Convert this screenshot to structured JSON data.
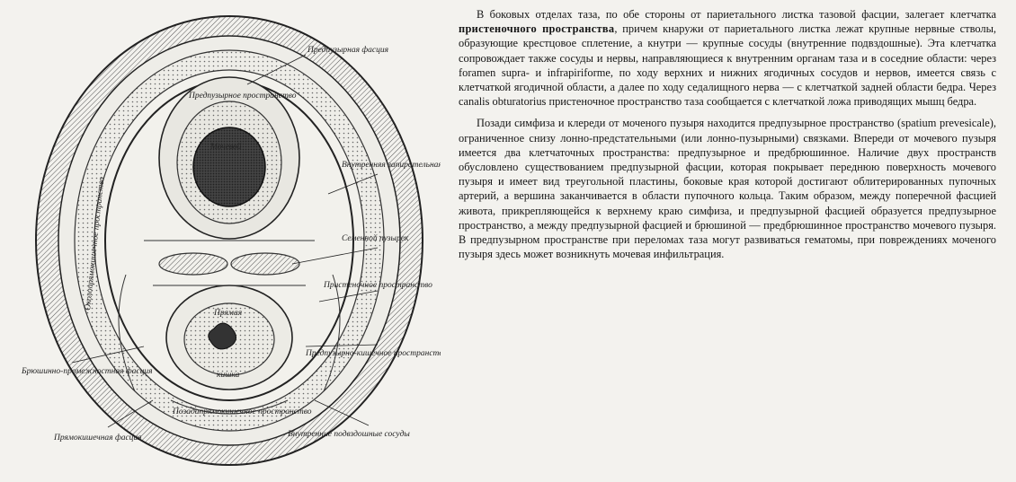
{
  "figure": {
    "labels": {
      "predpuz_fascia": "Предпузырная фасция",
      "predpuz_prostr": "Предпузырное пространство",
      "mochevoi": "Мочевой",
      "vnutr_zapir": "Внутренняя запирательная мышца",
      "semennoi": "Семенной пузырек",
      "prostrr_pristen": "Пристеночное пространство",
      "pozadi_pryam": "Позадипрямокишечное пространство",
      "bryush_prom": "Брюшинно-промежностная фасция",
      "predpuz_kish": "Предпузырно-кишечное пространство",
      "pryam": "Прямая",
      "kishka": "кишка",
      "vnutr_podv": "Внутренние подвздошные сосуды",
      "pryamokish_fascia": "Прямокишечная фасция",
      "okolopryam": "Околопрямокишечное пространство"
    }
  },
  "text": {
    "p1": [
      {
        "t": "В боковых отделах таза, по обе стороны от париетального листка тазовой фасции, залегает клетчатка "
      },
      {
        "t": "пристеночного пространства",
        "b": true
      },
      {
        "t": ", причем кнаружи от париетального листка лежат крупные нервные стволы, образующие крестцовое сплетение, а кнутри — крупные сосуды (внутренние подвздошные). Эта клетчатка сопровождает также сосуды и нервы, направляющиеся к внутренним органам таза и в соседние области: через foramen supra- и infrapiriforme, по ходу верхних и нижних ягодичных сосудов и нервов, имеется связь с клетчаткой ягодичной области, а далее по ходу седалищного нерва — с клетчаткой задней области бедра. Через canalis obturatorius пристеночное пространство таза сообщается с клетчаткой ложа приводящих мышц бедра."
      }
    ],
    "p2": "Позади симфиза и клереди от моченого пузыря находится предпузырное пространство (spatium prevesicale), ограниченное снизу лонно-предстательными (или лонно-пузырными) связками. Впереди от мочевого пузыря имеется два клетчаточных пространства: предпузырное и предбрюшинное. Наличие двух пространств обусловлено существованием предпузырной фасции, которая покрывает переднюю поверхность мочевого пузыря и имеет вид треугольной пластины, боковые края которой достигают облитерированных пупочных артерий, а вершина заканчивается в области пупочного кольца. Таким образом, между поперечной фасцией живота, прикрепляющейся к верхнему краю симфиза, и предпузырной фасцией образуется предпузырное пространство, а между предпузырной фасцией и брюшиной — предбрюшинное пространство мочевого пузыря. В предпузырном пространстве при переломах таза могут развиваться гематомы, при повреждениях моченого пузыря здесь может возникнуть мочевая инфильтрация."
  }
}
